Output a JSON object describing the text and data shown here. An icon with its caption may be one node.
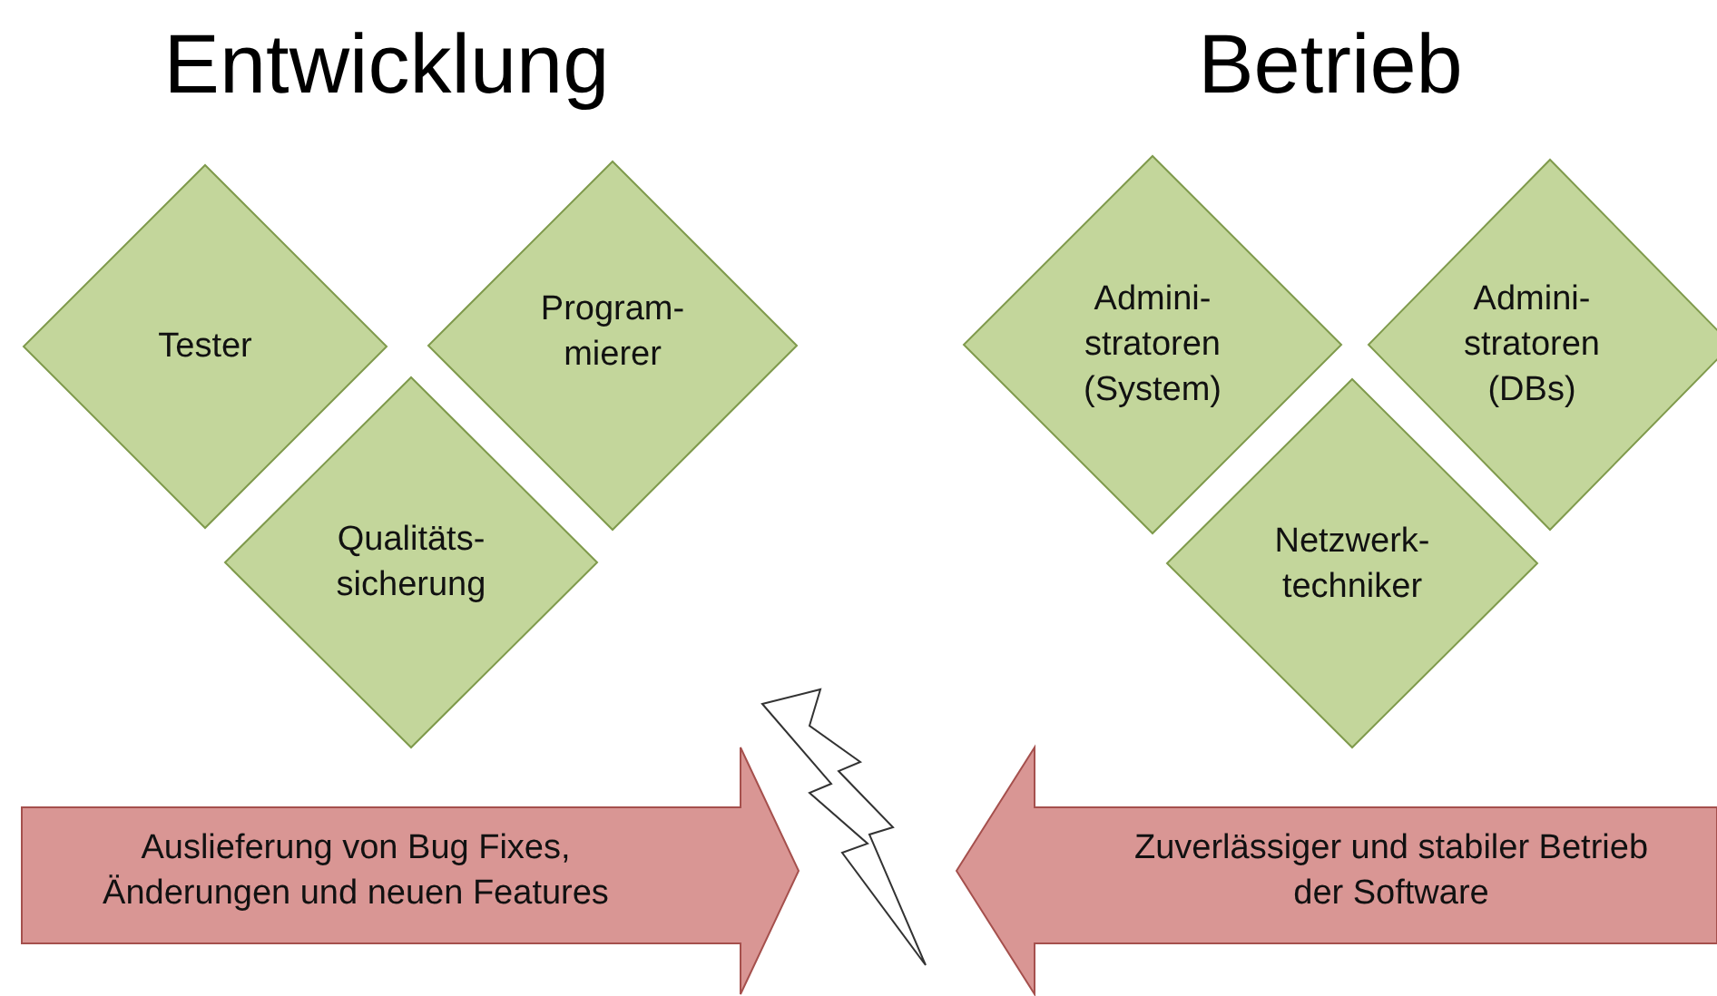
{
  "diagram": {
    "nodes": [
      {
        "text": [
          "Tester"
        ]
      },
      {
        "text": [
          "Program- mierer"
        ]
      },
      {
        "text": [
          "Qualitäts- sicherung"
        ]
      },
      {
        "text": [
          "Admini- stratoren (System)"
        ]
      },
      {
        "text": [
          "Admini- stratoren (DBs)"
        ]
      },
      {
        "text": [
          "Netzwerk- techniker"
        ]
      },
      {
        "text": [
          "Auslieferung von Bug Fixes, Änderungen und neuen Features"
        ]
      },
      {
        "text": [
          "Zuverlässiger und stabiler Betrieb der Software"
        ]
      }
    ],
    "edges": [],
    "labels": [
      "Entwicklung",
      "Betrieb"
    ]
  }
}
